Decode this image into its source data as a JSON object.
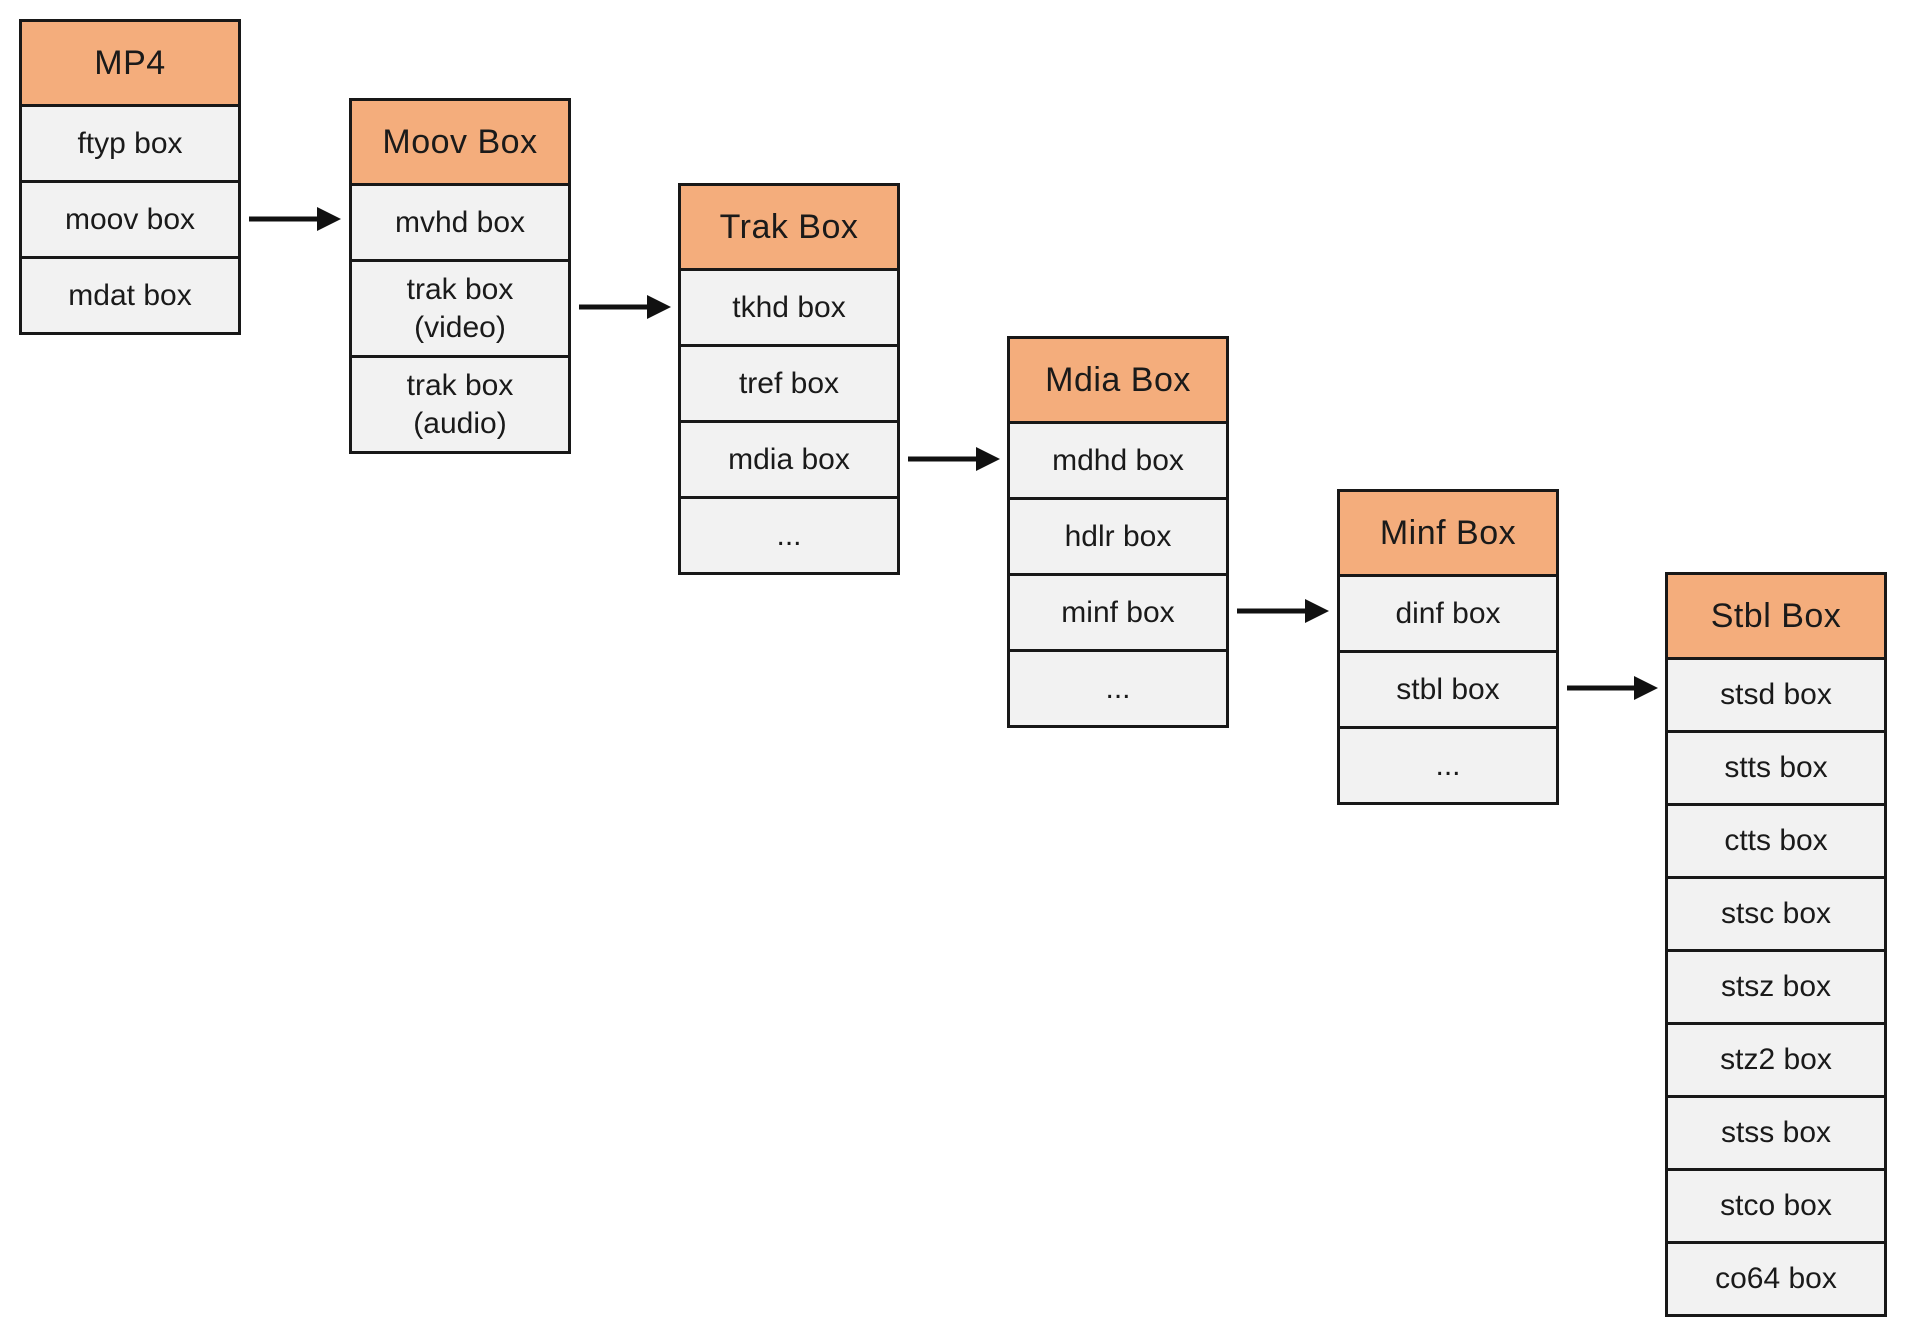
{
  "colors": {
    "header_fill": "#F4AD7C",
    "row_fill": "#F2F2F2",
    "border": "#181818",
    "arrow": "#111111",
    "background": "#FFFFFF"
  },
  "tables": [
    {
      "header": "MP4",
      "rows": [
        "ftyp box",
        "moov box",
        "mdat box"
      ]
    },
    {
      "header": "Moov Box",
      "rows": [
        "mvhd box",
        "trak box\n(video)",
        "trak box\n(audio)"
      ]
    },
    {
      "header": "Trak Box",
      "rows": [
        "tkhd box",
        "tref box",
        "mdia box",
        "..."
      ]
    },
    {
      "header": "Mdia Box",
      "rows": [
        "mdhd box",
        "hdlr box",
        "minf box",
        "..."
      ]
    },
    {
      "header": "Minf Box",
      "rows": [
        "dinf box",
        "stbl box",
        "..."
      ]
    },
    {
      "header": "Stbl Box",
      "rows": [
        "stsd box",
        "stts box",
        "ctts box",
        "stsc box",
        "stsz box",
        "stz2 box",
        "stss box",
        "stco box",
        "co64 box"
      ]
    }
  ],
  "arrows": [
    {
      "from": "moov box",
      "to": "Moov Box"
    },
    {
      "from": "trak box (video)",
      "to": "Trak Box"
    },
    {
      "from": "mdia box",
      "to": "Mdia Box"
    },
    {
      "from": "minf box",
      "to": "Minf Box"
    },
    {
      "from": "stbl box",
      "to": "Stbl Box"
    }
  ]
}
